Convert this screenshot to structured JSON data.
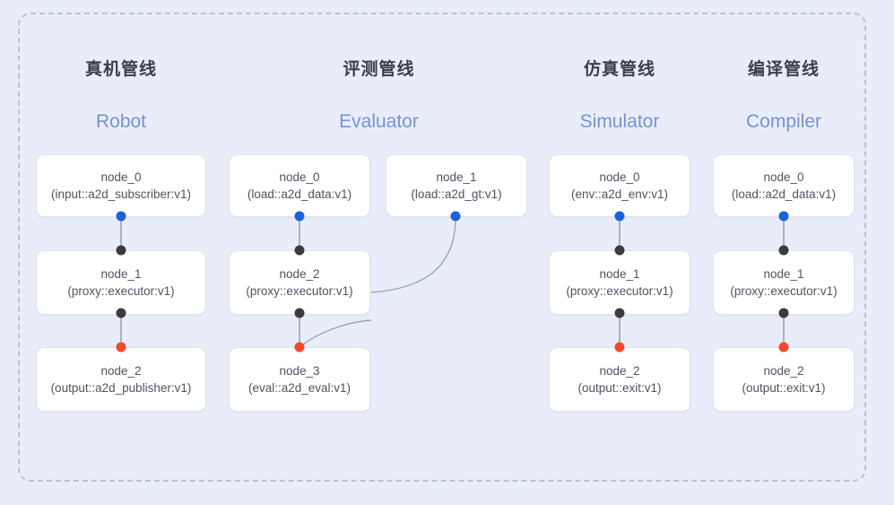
{
  "diagram": {
    "background_color": "#e8edf9",
    "frame_border_color": "#b9c2d6",
    "port_colors": {
      "input": "#1a62d6",
      "intermediate": "#3b3b3b",
      "output": "#ef4a2b"
    },
    "accent_color": "#7a91d4"
  },
  "columns": [
    {
      "title": "真机管线",
      "subtitle": "Robot",
      "nodes": [
        {
          "name": "node_0",
          "type": "(input::a2d_subscriber:v1)"
        },
        {
          "name": "node_1",
          "type": "(proxy::executor:v1)"
        },
        {
          "name": "node_2",
          "type": "(output::a2d_publisher:v1)"
        }
      ]
    },
    {
      "title": "评测管线",
      "subtitle": "Evaluator",
      "nodes": [
        {
          "name": "node_0",
          "type": "(load::a2d_data:v1)"
        },
        {
          "name": "node_1",
          "type": "(load::a2d_gt:v1)"
        },
        {
          "name": "node_2",
          "type": "(proxy::executor:v1)"
        },
        {
          "name": "node_3",
          "type": "(eval::a2d_eval:v1)"
        }
      ]
    },
    {
      "title": "仿真管线",
      "subtitle": "Simulator",
      "nodes": [
        {
          "name": "node_0",
          "type": "(env::a2d_env:v1)"
        },
        {
          "name": "node_1",
          "type": "(proxy::executor:v1)"
        },
        {
          "name": "node_2",
          "type": "(output::exit:v1)"
        }
      ]
    },
    {
      "title": "编译管线",
      "subtitle": "Compiler",
      "nodes": [
        {
          "name": "node_0",
          "type": "(load::a2d_data:v1)"
        },
        {
          "name": "node_1",
          "type": "(proxy::executor:v1)"
        },
        {
          "name": "node_2",
          "type": "(output::exit:v1)"
        }
      ]
    }
  ]
}
